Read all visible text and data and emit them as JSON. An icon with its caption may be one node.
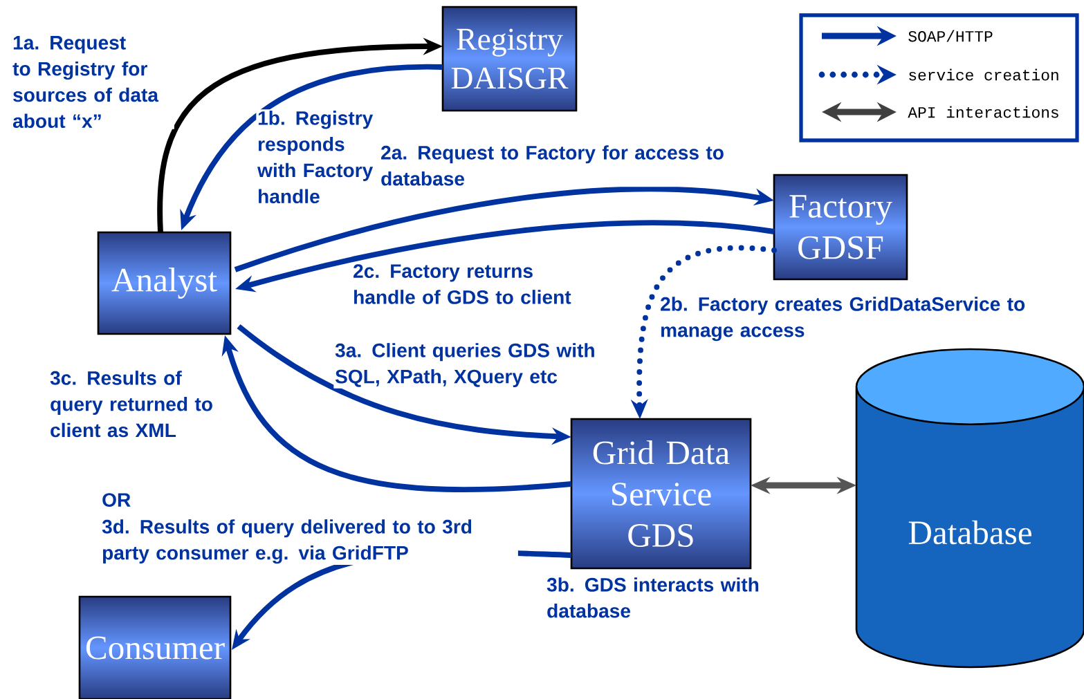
{
  "diagram": {
    "nodes": [
      {
        "text": [
          "Registry DAISGR"
        ]
      },
      {
        "text": [
          "Analyst"
        ]
      },
      {
        "text": [
          "Factory GDSF"
        ]
      },
      {
        "text": [
          "Grid Data Service GDS"
        ]
      },
      {
        "text": [
          "Database"
        ]
      },
      {
        "text": [
          "Consumer"
        ]
      }
    ],
    "edges": [
      {
        "from": 1,
        "to": 0,
        "arrow": "to",
        "label": "1a. Request to Registry for sources of data about “x”",
        "color": "#000000"
      },
      {
        "from": 0,
        "to": 1,
        "arrow": "to",
        "label": "1b. Registry responds with Factory handle"
      },
      {
        "from": 1,
        "to": 2,
        "arrow": "to",
        "label": "2a. Request to Factory for access to database"
      },
      {
        "from": 2,
        "to": 1,
        "arrow": "to",
        "label": "2c. Factory returns handle of GDS to client"
      },
      {
        "from": 2,
        "to": 3,
        "arrow": "to",
        "label": "2b. Factory creates GridDataService to manage access",
        "style": "dashed"
      },
      {
        "from": 1,
        "to": 3,
        "arrow": "to",
        "label": "3a. Client queries GDS with SQL, XPath, XQuery etc"
      },
      {
        "from": 3,
        "to": 1,
        "arrow": "to",
        "label": "3c. Results of query returned to client as XML"
      },
      {
        "from": 3,
        "to": 4,
        "arrow": "both",
        "color": "#555555"
      },
      {
        "from": 3,
        "to": 5,
        "arrow": "to",
        "label": "3d. Results of query delivered to to 3rd party consumer e.g. via GridFTP"
      }
    ],
    "labels": [
      "OR",
      "3b. GDS interacts with database"
    ],
    "legend": [
      {
        "text": "SOAP/HTTP"
      },
      {
        "text": "service creation"
      },
      {
        "text": "API interactions"
      }
    ]
  }
}
